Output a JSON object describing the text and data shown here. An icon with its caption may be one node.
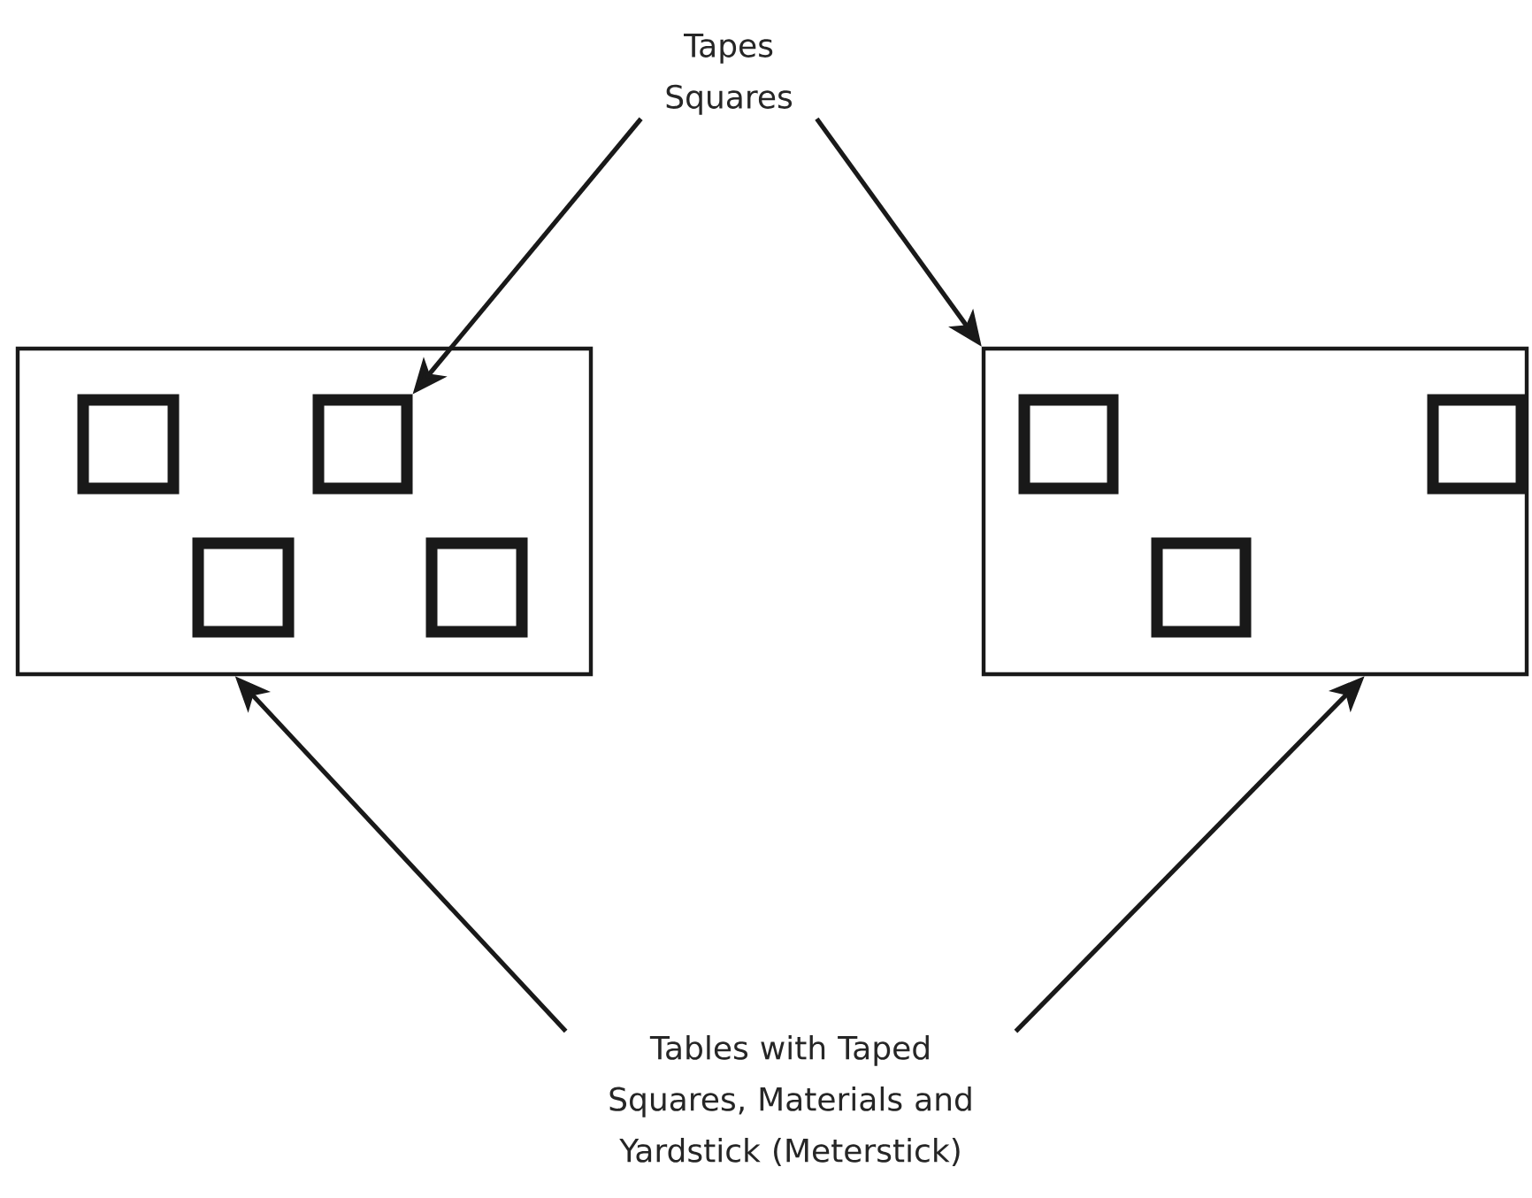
{
  "diagram": {
    "nodes": [
      {
        "text": [
          "Tapes Squares"
        ]
      },
      {
        "text": [],
        "shape": "box"
      },
      {
        "text": [],
        "shape": "box",
        "in": 1
      },
      {
        "text": [],
        "shape": "box",
        "in": 1
      },
      {
        "text": [],
        "shape": "box",
        "in": 1
      },
      {
        "text": [],
        "shape": "box",
        "in": 1
      },
      {
        "text": [],
        "shape": "box"
      },
      {
        "text": [],
        "shape": "box",
        "in": 6
      },
      {
        "text": [],
        "shape": "box",
        "in": 6
      },
      {
        "text": [],
        "shape": "box",
        "in": 6
      },
      {
        "text": [
          "Tables with Taped Squares, Materials and Yardstick (Meterstick)"
        ]
      }
    ],
    "edges": [
      {
        "from": 0,
        "to": 3,
        "arrow": "to"
      },
      {
        "from": 0,
        "to": 6,
        "arrow": "to"
      },
      {
        "from": 10,
        "to": 1,
        "arrow": "to"
      },
      {
        "from": 10,
        "to": 6,
        "arrow": "to"
      }
    ]
  }
}
